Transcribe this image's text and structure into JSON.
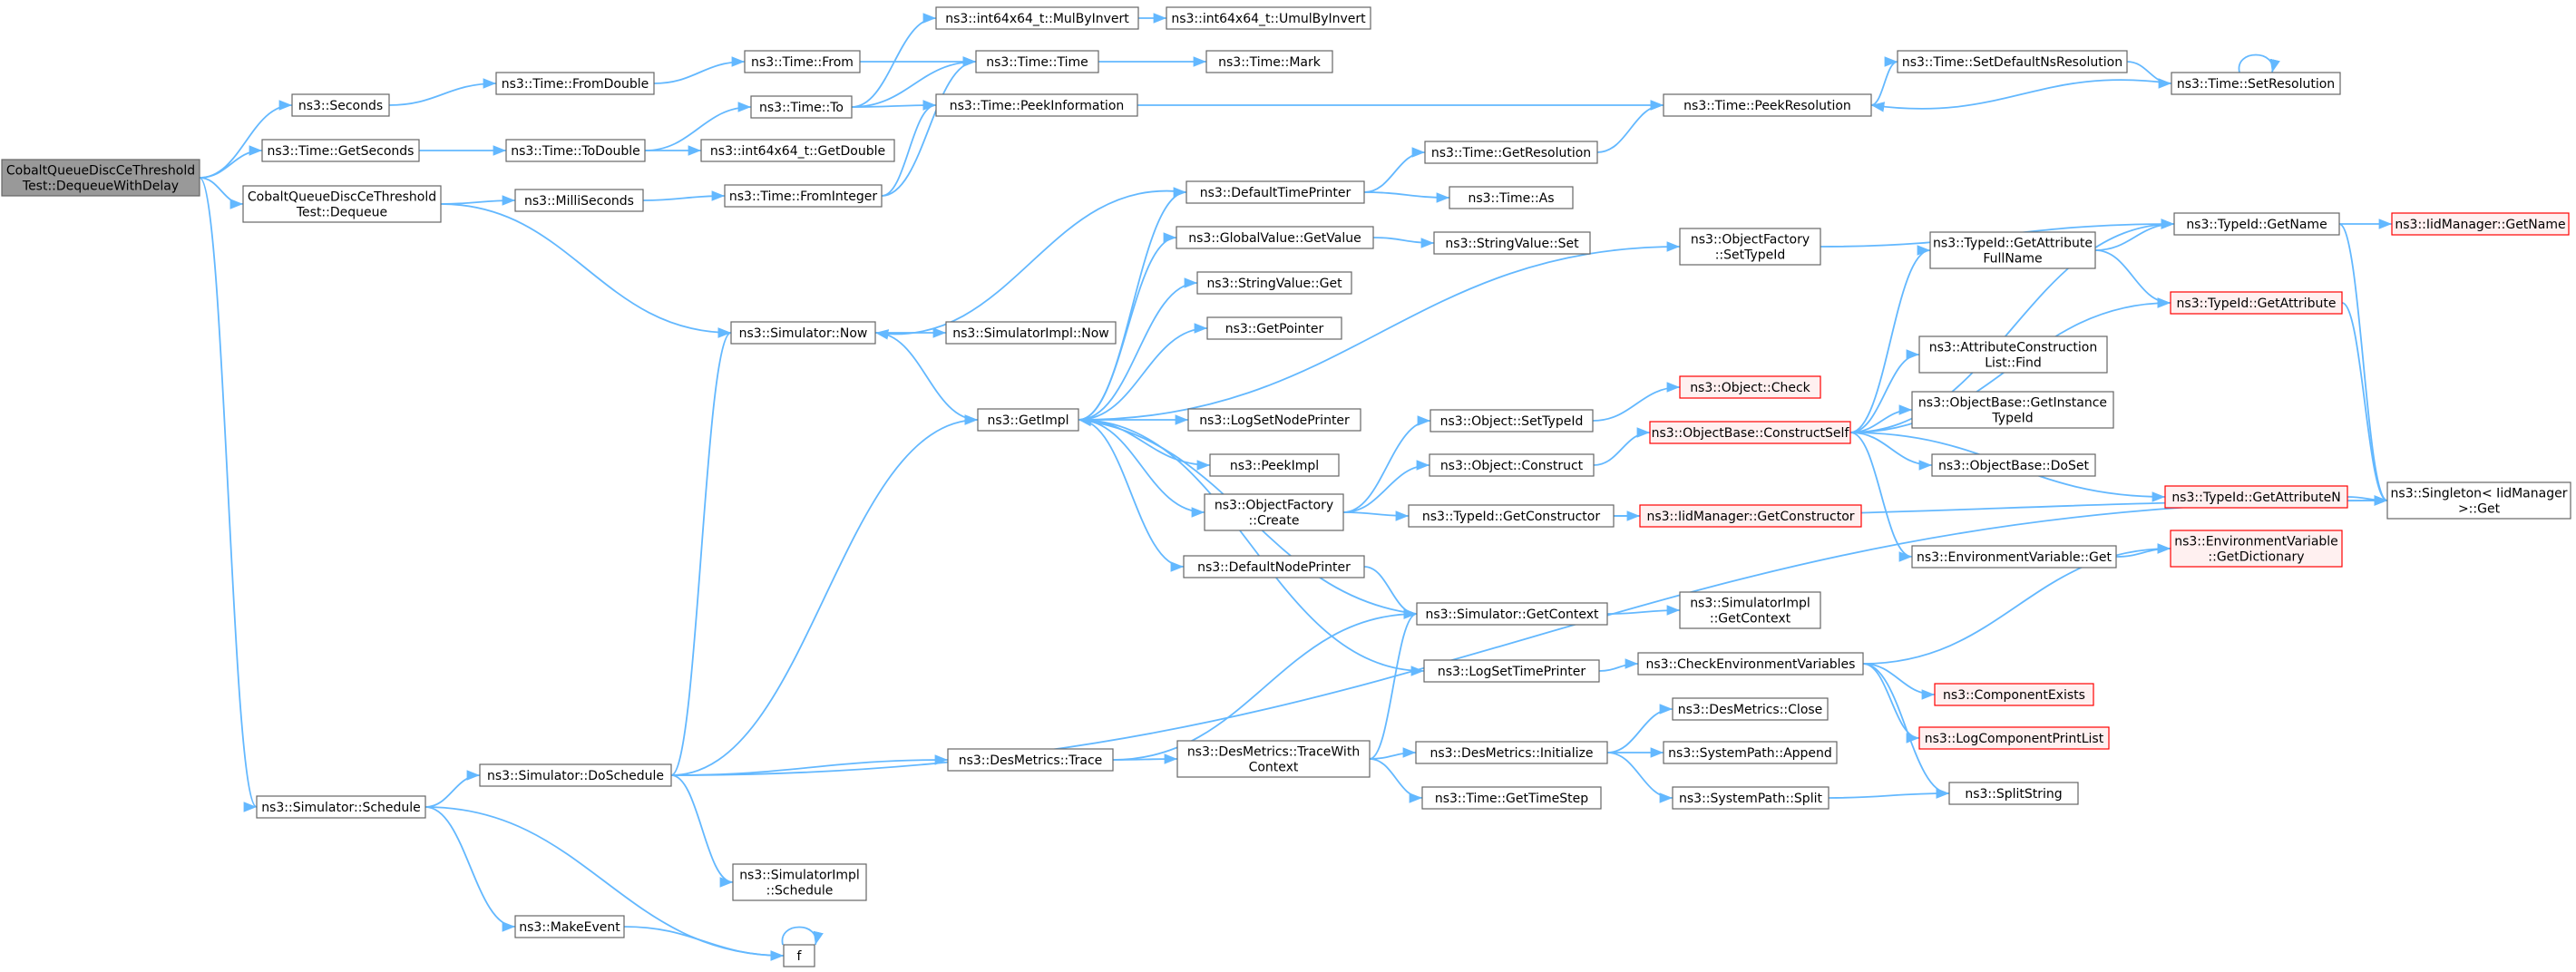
{
  "nodes": [
    {
      "id": "root",
      "lines": [
        "CobaltQueueDiscCeThreshold",
        "Test::DequeueWithDelay"
      ],
      "style": "root"
    },
    {
      "id": "seconds",
      "lines": [
        "ns3::Seconds"
      ]
    },
    {
      "id": "getSeconds",
      "lines": [
        "ns3::Time::GetSeconds"
      ]
    },
    {
      "id": "cobaltDequeue",
      "lines": [
        "CobaltQueueDiscCeThreshold",
        "Test::Dequeue"
      ]
    },
    {
      "id": "schedule",
      "lines": [
        "ns3::Simulator::Schedule"
      ]
    },
    {
      "id": "fromDouble",
      "lines": [
        "ns3::Time::FromDouble"
      ]
    },
    {
      "id": "toDouble",
      "lines": [
        "ns3::Time::ToDouble"
      ]
    },
    {
      "id": "milliSeconds",
      "lines": [
        "ns3::MilliSeconds"
      ]
    },
    {
      "id": "simNow",
      "lines": [
        "ns3::Simulator::Now"
      ]
    },
    {
      "id": "doSchedule",
      "lines": [
        "ns3::Simulator::DoSchedule"
      ]
    },
    {
      "id": "makeEvent",
      "lines": [
        "ns3::MakeEvent"
      ]
    },
    {
      "id": "timeFrom",
      "lines": [
        "ns3::Time::From"
      ]
    },
    {
      "id": "timeTo",
      "lines": [
        "ns3::Time::To"
      ]
    },
    {
      "id": "getDouble",
      "lines": [
        "ns3::int64x64_t::GetDouble"
      ]
    },
    {
      "id": "fromInteger",
      "lines": [
        "ns3::Time::FromInteger"
      ]
    },
    {
      "id": "simImplNow",
      "lines": [
        "ns3::SimulatorImpl::Now"
      ]
    },
    {
      "id": "simImplSchedule",
      "lines": [
        "ns3::SimulatorImpl",
        "::Schedule"
      ]
    },
    {
      "id": "f",
      "lines": [
        "f"
      ]
    },
    {
      "id": "desTrace",
      "lines": [
        "ns3::DesMetrics::Trace"
      ]
    },
    {
      "id": "mulByInvert",
      "lines": [
        "ns3::int64x64_t::MulByInvert"
      ]
    },
    {
      "id": "timeTime",
      "lines": [
        "ns3::Time::Time"
      ]
    },
    {
      "id": "peekInfo",
      "lines": [
        "ns3::Time::PeekInformation"
      ]
    },
    {
      "id": "defaultTimePrinter",
      "lines": [
        "ns3::DefaultTimePrinter"
      ]
    },
    {
      "id": "gvGetValue",
      "lines": [
        "ns3::GlobalValue::GetValue"
      ]
    },
    {
      "id": "svGet",
      "lines": [
        "ns3::StringValue::Get"
      ]
    },
    {
      "id": "getPointer",
      "lines": [
        "ns3::GetPointer"
      ]
    },
    {
      "id": "getImpl",
      "lines": [
        "ns3::GetImpl"
      ]
    },
    {
      "id": "logSetNodePrinter",
      "lines": [
        "ns3::LogSetNodePrinter"
      ]
    },
    {
      "id": "peekImpl",
      "lines": [
        "ns3::PeekImpl"
      ]
    },
    {
      "id": "ofCreate",
      "lines": [
        "ns3::ObjectFactory",
        "::Create"
      ]
    },
    {
      "id": "defaultNodePrinter",
      "lines": [
        "ns3::DefaultNodePrinter"
      ]
    },
    {
      "id": "traceWithContext",
      "lines": [
        "ns3::DesMetrics::TraceWith",
        "Context"
      ]
    },
    {
      "id": "umulByInvert",
      "lines": [
        "ns3::int64x64_t::UmulByInvert"
      ]
    },
    {
      "id": "timeMark",
      "lines": [
        "ns3::Time::Mark"
      ]
    },
    {
      "id": "getResolution",
      "lines": [
        "ns3::Time::GetResolution"
      ]
    },
    {
      "id": "timeAs",
      "lines": [
        "ns3::Time::As"
      ]
    },
    {
      "id": "svSet",
      "lines": [
        "ns3::StringValue::Set"
      ]
    },
    {
      "id": "objSetTypeId",
      "lines": [
        "ns3::Object::SetTypeId"
      ]
    },
    {
      "id": "objConstruct",
      "lines": [
        "ns3::Object::Construct"
      ]
    },
    {
      "id": "tidGetConstructor",
      "lines": [
        "ns3::TypeId::GetConstructor"
      ]
    },
    {
      "id": "simGetContext",
      "lines": [
        "ns3::Simulator::GetContext"
      ]
    },
    {
      "id": "logSetTimePrinter",
      "lines": [
        "ns3::LogSetTimePrinter"
      ]
    },
    {
      "id": "desInitialize",
      "lines": [
        "ns3::DesMetrics::Initialize"
      ]
    },
    {
      "id": "getTimeStep",
      "lines": [
        "ns3::Time::GetTimeStep"
      ]
    },
    {
      "id": "peekResolution",
      "lines": [
        "ns3::Time::PeekResolution"
      ]
    },
    {
      "id": "ofSetTypeId",
      "lines": [
        "ns3::ObjectFactory",
        "::SetTypeId"
      ]
    },
    {
      "id": "objCheck",
      "lines": [
        "ns3::Object::Check"
      ],
      "style": "red"
    },
    {
      "id": "constructSelf",
      "lines": [
        "ns3::ObjectBase::ConstructSelf"
      ],
      "style": "red"
    },
    {
      "id": "iidGetConstructor",
      "lines": [
        "ns3::IidManager::GetConstructor"
      ],
      "style": "red"
    },
    {
      "id": "simImplGetContext",
      "lines": [
        "ns3::SimulatorImpl",
        "::GetContext"
      ]
    },
    {
      "id": "checkEnvVars",
      "lines": [
        "ns3::CheckEnvironmentVariables"
      ]
    },
    {
      "id": "desClose",
      "lines": [
        "ns3::DesMetrics::Close"
      ]
    },
    {
      "id": "spAppend",
      "lines": [
        "ns3::SystemPath::Append"
      ]
    },
    {
      "id": "spSplit",
      "lines": [
        "ns3::SystemPath::Split"
      ]
    },
    {
      "id": "setDefaultNsRes",
      "lines": [
        "ns3::Time::SetDefaultNsResolution"
      ]
    },
    {
      "id": "tidGetAttrFullName",
      "lines": [
        "ns3::TypeId::GetAttribute",
        "FullName"
      ]
    },
    {
      "id": "acListFind",
      "lines": [
        "ns3::AttributeConstruction",
        "List::Find"
      ]
    },
    {
      "id": "obGetInstanceTypeId",
      "lines": [
        "ns3::ObjectBase::GetInstance",
        "TypeId"
      ]
    },
    {
      "id": "obDoSet",
      "lines": [
        "ns3::ObjectBase::DoSet"
      ]
    },
    {
      "id": "envVarGet",
      "lines": [
        "ns3::EnvironmentVariable::Get"
      ]
    },
    {
      "id": "componentExists",
      "lines": [
        "ns3::ComponentExists"
      ],
      "style": "red"
    },
    {
      "id": "logCompPrintList",
      "lines": [
        "ns3::LogComponentPrintList"
      ],
      "style": "red"
    },
    {
      "id": "splitString",
      "lines": [
        "ns3::SplitString"
      ]
    },
    {
      "id": "setResolution",
      "lines": [
        "ns3::Time::SetResolution"
      ]
    },
    {
      "id": "tidGetName",
      "lines": [
        "ns3::TypeId::GetName"
      ]
    },
    {
      "id": "tidGetAttribute",
      "lines": [
        "ns3::TypeId::GetAttribute"
      ],
      "style": "red"
    },
    {
      "id": "tidGetAttributeN",
      "lines": [
        "ns3::TypeId::GetAttributeN"
      ],
      "style": "red"
    },
    {
      "id": "envVarGetDict",
      "lines": [
        "ns3::EnvironmentVariable",
        "::GetDictionary"
      ],
      "style": "red"
    },
    {
      "id": "iidGetName",
      "lines": [
        "ns3::IidManager::GetName"
      ],
      "style": "red"
    },
    {
      "id": "singletonGet",
      "lines": [
        "ns3::Singleton< IidManager",
        ">::Get"
      ]
    }
  ],
  "edges": [
    [
      "root",
      "seconds"
    ],
    [
      "root",
      "getSeconds"
    ],
    [
      "root",
      "cobaltDequeue"
    ],
    [
      "root",
      "schedule"
    ],
    [
      "seconds",
      "fromDouble"
    ],
    [
      "getSeconds",
      "toDouble"
    ],
    [
      "cobaltDequeue",
      "milliSeconds"
    ],
    [
      "cobaltDequeue",
      "simNow"
    ],
    [
      "schedule",
      "doSchedule"
    ],
    [
      "schedule",
      "makeEvent"
    ],
    [
      "schedule",
      "f"
    ],
    [
      "fromDouble",
      "timeFrom"
    ],
    [
      "toDouble",
      "timeTo"
    ],
    [
      "toDouble",
      "getDouble"
    ],
    [
      "milliSeconds",
      "fromInteger"
    ],
    [
      "simNow",
      "simImplNow"
    ],
    [
      "simNow",
      "getImpl"
    ],
    [
      "doSchedule",
      "simNow"
    ],
    [
      "doSchedule",
      "getImpl"
    ],
    [
      "doSchedule",
      "simImplSchedule"
    ],
    [
      "doSchedule",
      "desTrace"
    ],
    [
      "doSchedule",
      "singletonGet"
    ],
    [
      "makeEvent",
      "f"
    ],
    [
      "f",
      "f"
    ],
    [
      "timeFrom",
      "timeTime"
    ],
    [
      "timeTo",
      "mulByInvert"
    ],
    [
      "timeTo",
      "peekInfo"
    ],
    [
      "fromInteger",
      "timeTime"
    ],
    [
      "fromInteger",
      "peekInfo"
    ],
    [
      "mulByInvert",
      "umulByInvert"
    ],
    [
      "timeTime",
      "timeMark"
    ],
    [
      "peekInfo",
      "peekResolution"
    ],
    [
      "desTrace",
      "simGetContext"
    ],
    [
      "desTrace",
      "traceWithContext"
    ],
    [
      "traceWithContext",
      "simGetContext"
    ],
    [
      "traceWithContext",
      "desInitialize"
    ],
    [
      "traceWithContext",
      "getTimeStep"
    ],
    [
      "getImpl",
      "defaultTimePrinter"
    ],
    [
      "getImpl",
      "gvGetValue"
    ],
    [
      "getImpl",
      "svGet"
    ],
    [
      "getImpl",
      "getPointer"
    ],
    [
      "getImpl",
      "logSetNodePrinter"
    ],
    [
      "getImpl",
      "peekImpl"
    ],
    [
      "getImpl",
      "ofCreate"
    ],
    [
      "getImpl",
      "defaultNodePrinter"
    ],
    [
      "getImpl",
      "logSetTimePrinter"
    ],
    [
      "getImpl",
      "ofSetTypeId"
    ],
    [
      "defaultTimePrinter",
      "simNow"
    ],
    [
      "defaultTimePrinter",
      "getResolution"
    ],
    [
      "defaultTimePrinter",
      "timeAs"
    ],
    [
      "gvGetValue",
      "svSet"
    ],
    [
      "ofCreate",
      "objSetTypeId"
    ],
    [
      "ofCreate",
      "objConstruct"
    ],
    [
      "ofCreate",
      "tidGetConstructor"
    ],
    [
      "defaultNodePrinter",
      "simGetContext"
    ],
    [
      "simGetContext",
      "getImpl"
    ],
    [
      "simGetContext",
      "simImplGetContext"
    ],
    [
      "logSetTimePrinter",
      "checkEnvVars"
    ],
    [
      "objSetTypeId",
      "objCheck"
    ],
    [
      "objConstruct",
      "constructSelf"
    ],
    [
      "tidGetConstructor",
      "iidGetConstructor"
    ],
    [
      "tidGetConstructor",
      "singletonGet"
    ],
    [
      "desInitialize",
      "desClose"
    ],
    [
      "desInitialize",
      "spAppend"
    ],
    [
      "desInitialize",
      "spSplit"
    ],
    [
      "spSplit",
      "splitString"
    ],
    [
      "getResolution",
      "peekResolution"
    ],
    [
      "peekResolution",
      "setDefaultNsRes"
    ],
    [
      "setDefaultNsRes",
      "setResolution"
    ],
    [
      "setResolution",
      "setResolution"
    ],
    [
      "setResolution",
      "peekResolution"
    ],
    [
      "ofSetTypeId",
      "tidGetName"
    ],
    [
      "constructSelf",
      "tidGetAttrFullName"
    ],
    [
      "constructSelf",
      "acListFind"
    ],
    [
      "constructSelf",
      "obGetInstanceTypeId"
    ],
    [
      "constructSelf",
      "obDoSet"
    ],
    [
      "constructSelf",
      "tidGetAttributeN"
    ],
    [
      "constructSelf",
      "envVarGet"
    ],
    [
      "constructSelf",
      "tidGetName"
    ],
    [
      "constructSelf",
      "tidGetAttribute"
    ],
    [
      "tidGetAttrFullName",
      "tidGetName"
    ],
    [
      "tidGetAttrFullName",
      "tidGetAttribute"
    ],
    [
      "tidGetName",
      "iidGetName"
    ],
    [
      "tidGetName",
      "singletonGet"
    ],
    [
      "tidGetAttribute",
      "singletonGet"
    ],
    [
      "tidGetAttributeN",
      "singletonGet"
    ],
    [
      "envVarGet",
      "envVarGetDict"
    ],
    [
      "checkEnvVars",
      "envVarGetDict"
    ],
    [
      "checkEnvVars",
      "componentExists"
    ],
    [
      "checkEnvVars",
      "logCompPrintList"
    ],
    [
      "checkEnvVars",
      "splitString"
    ],
    [
      "timeTo",
      "timeTime"
    ]
  ]
}
